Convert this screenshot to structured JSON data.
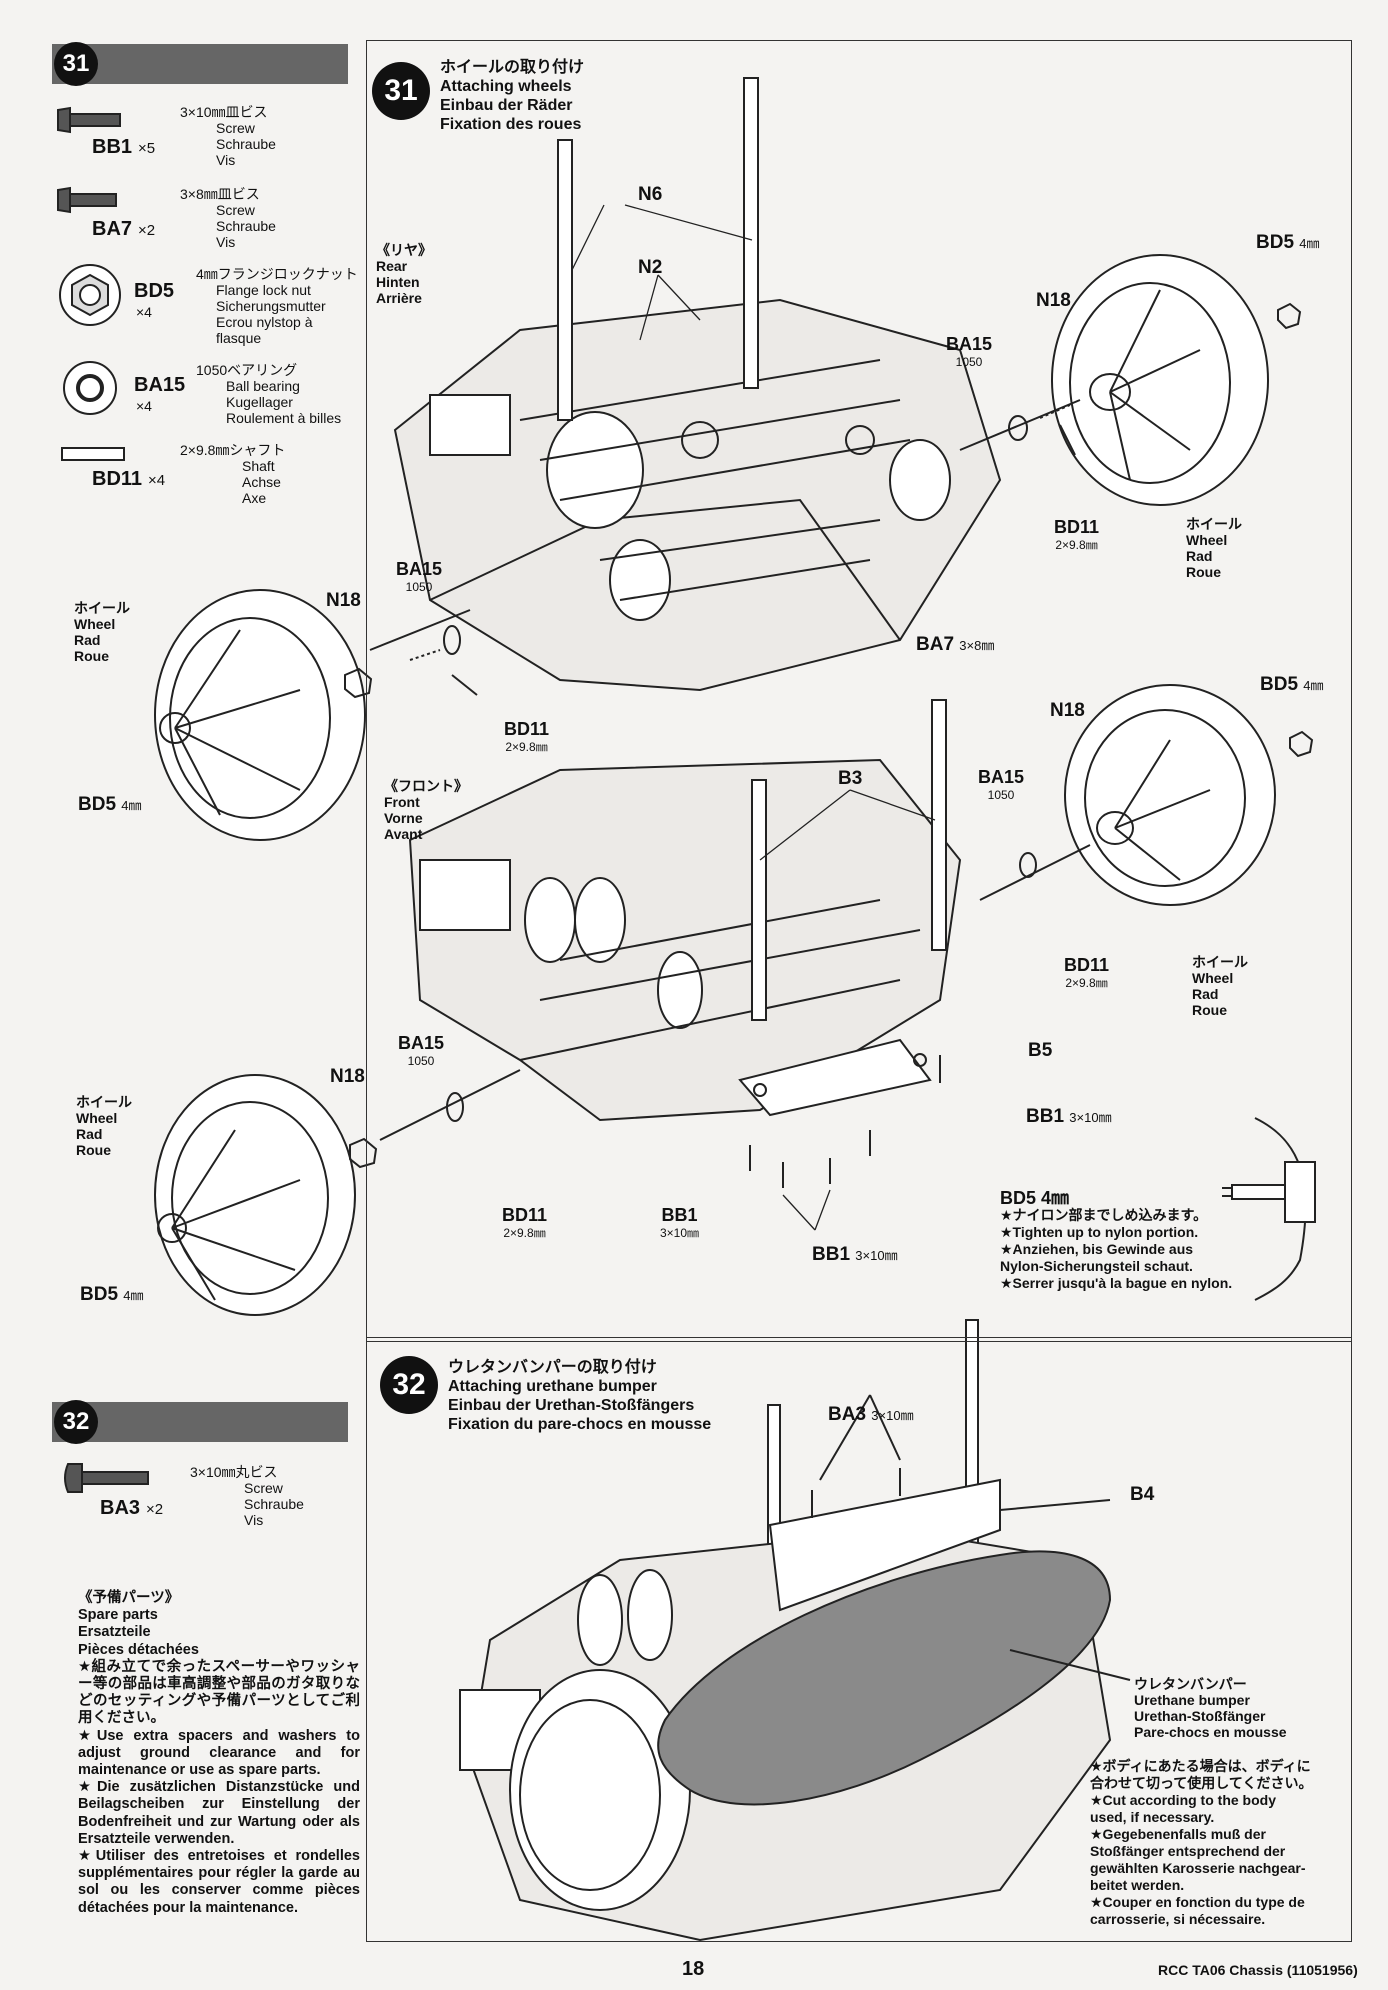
{
  "page": {
    "number": "18",
    "footer": "RCC TA06 Chassis (11051956)"
  },
  "step31": {
    "number": "31",
    "title": {
      "ja": "ホイールの取り付け",
      "en": "Attaching wheels",
      "de": "Einbau der Räder",
      "fr": "Fixation des roues"
    },
    "parts": [
      {
        "code": "BB1",
        "qty": "×5",
        "size": "3×10㎜皿ビス",
        "names": [
          "Screw",
          "Schraube",
          "Vis"
        ],
        "icon": "countersunk-screw-icon"
      },
      {
        "code": "BA7",
        "qty": "×2",
        "size": "3×8㎜皿ビス",
        "names": [
          "Screw",
          "Schraube",
          "Vis"
        ],
        "icon": "countersunk-screw-icon"
      },
      {
        "code": "BD5",
        "qty": "×4",
        "size": "4㎜フランジロックナット",
        "names": [
          "Flange lock nut",
          "Sicherungsmutter",
          "Ecrou nylstop à",
          "flasque"
        ],
        "icon": "flange-lock-nut-icon"
      },
      {
        "code": "BA15",
        "qty": "×4",
        "size": "1050ベアリング",
        "names": [
          "Ball bearing",
          "Kugellager",
          "Roulement à billes"
        ],
        "icon": "ball-bearing-icon"
      },
      {
        "code": "BD11",
        "qty": "×4",
        "size": "2×9.8㎜シャフト",
        "names": [
          "Shaft",
          "Achse",
          "Axe"
        ],
        "icon": "shaft-icon"
      }
    ],
    "rear": {
      "ja": "《リヤ》",
      "en": "Rear",
      "de": "Hinten",
      "fr": "Arrière"
    },
    "front": {
      "ja": "《フロント》",
      "en": "Front",
      "de": "Vorne",
      "fr": "Avant"
    },
    "wheel": {
      "ja": "ホイール",
      "en": "Wheel",
      "de": "Rad",
      "fr": "Roue"
    },
    "labels": {
      "N6": "N6",
      "N2": "N2",
      "N18": "N18",
      "B3": "B3",
      "B5": "B5",
      "BA15": "BA15",
      "BA15_sub": "1050",
      "BD11": "BD11",
      "BD11_sub": "2×9.8㎜",
      "BD5": "BD5",
      "BD5_sub": "4㎜",
      "BA7": "BA7",
      "BA7_sub": "3×8㎜",
      "BB1": "BB1",
      "BB1_sub": "3×10㎜"
    },
    "bd5_note": [
      "BD5 4㎜",
      "★ナイロン部までしめ込みます。",
      "★Tighten up to nylon portion.",
      "★Anziehen, bis Gewinde aus",
      "Nylon-Sicherungsteil schaut.",
      "★Serrer jusqu'à la bague en nylon."
    ]
  },
  "step32": {
    "number": "32",
    "title": {
      "ja": "ウレタンバンパーの取り付け",
      "en": "Attaching urethane bumper",
      "de": "Einbau der Urethan-Stoßfängers",
      "fr": "Fixation du pare-chocs en mousse"
    },
    "parts": [
      {
        "code": "BA3",
        "qty": "×2",
        "size": "3×10㎜丸ビス",
        "names": [
          "Screw",
          "Schraube",
          "Vis"
        ],
        "icon": "round-head-screw-icon"
      }
    ],
    "labels": {
      "BA3": "BA3",
      "BA3_sub": "3×10㎜",
      "B4": "B4"
    },
    "bumper": {
      "ja": "ウレタンバンパー",
      "en": "Urethane bumper",
      "de": "Urethan-Stoßfänger",
      "fr": "Pare-chocs en mousse"
    },
    "body_note": [
      "★ボディにあたる場合は、ボディに",
      "合わせて切って使用してください。",
      "★Cut according to the body",
      "used, if necessary.",
      "★Gegebenenfalls muß der",
      "Stoßfänger entsprechend der",
      "gewählten Karosserie nachgear-",
      "beitet werden.",
      "★Couper en fonction du type de",
      "carrosserie, si nécessaire."
    ]
  },
  "spare": {
    "heading": [
      "《予備パーツ》",
      "Spare parts",
      "Ersatzteile",
      "Pièces détachées"
    ],
    "text": [
      "★組み立てで余ったスペーサーやワッシャー等の部品は車高調整や部品のガタ取りなどのセッティングや予備パーツとしてご利用ください。",
      "★Use extra spacers and washers to adjust ground clearance and for maintenance or use as spare parts.",
      "★Die zusätzlichen Distanzstücke und Beilagscheiben zur Einstellung der Bodenfreiheit und zur Wartung oder als Ersatzteile verwenden.",
      "★Utiliser des entretoises et rondelles supplémentaires pour régler la garde au sol ou les conserver comme pièces détachées pour la maintenance."
    ]
  },
  "colors": {
    "header_bar": "#666666",
    "badge": "#111111",
    "bumper": "#8a8a8a"
  }
}
